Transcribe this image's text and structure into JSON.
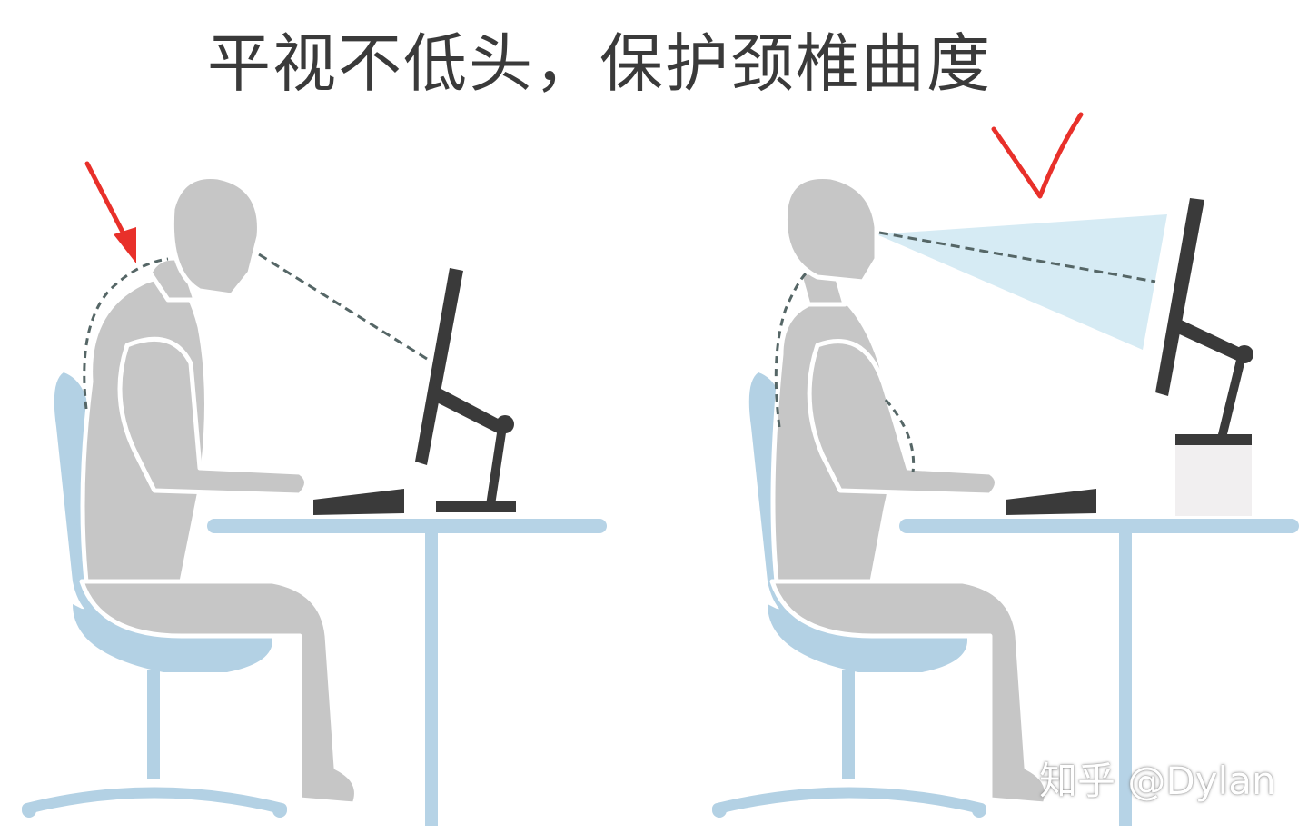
{
  "title": "平视不低头，保护颈椎曲度",
  "watermark": "知乎 @Dylan",
  "colors": {
    "figure": "#c6c6c6",
    "figure_outline": "#ffffff",
    "chair": "#b3d1e4",
    "desk": "#b6d3e6",
    "monitor": "#3a3a3a",
    "sightline_dash": "#556666",
    "view_cone": "#d6ebf4",
    "warning_arrow": "#e8302a",
    "check_mark": "#e8302a",
    "riser": "#f1eff0"
  },
  "panels": [
    {
      "name": "incorrect-posture",
      "icons": [
        "red-arrow-icon"
      ]
    },
    {
      "name": "correct-posture",
      "icons": [
        "check-mark-icon"
      ]
    }
  ]
}
